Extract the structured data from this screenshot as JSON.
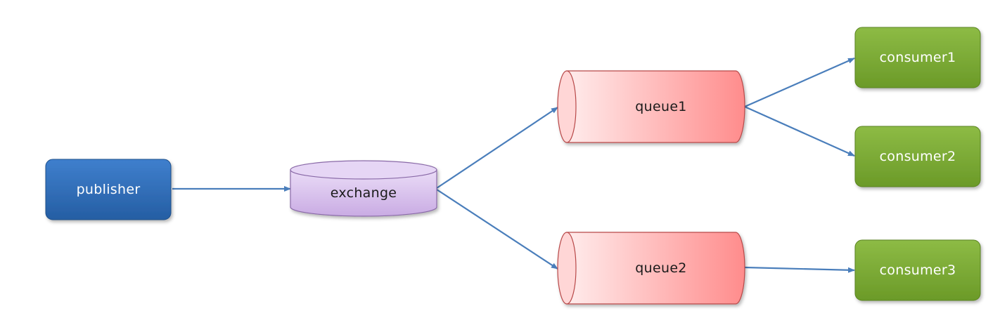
{
  "nodes": {
    "publisher": {
      "label": "publisher",
      "shape": "rounded-box",
      "color": "#2e6cb5"
    },
    "exchange": {
      "label": "exchange",
      "shape": "cylinder",
      "color": "#d7c2ea"
    },
    "queue1": {
      "label": "queue1",
      "shape": "horizontal-cylinder",
      "color": "#ff9a9a"
    },
    "queue2": {
      "label": "queue2",
      "shape": "horizontal-cylinder",
      "color": "#ff9a9a"
    },
    "consumer1": {
      "label": "consumer1",
      "shape": "rounded-box",
      "color": "#77a631"
    },
    "consumer2": {
      "label": "consumer2",
      "shape": "rounded-box",
      "color": "#77a631"
    },
    "consumer3": {
      "label": "consumer3",
      "shape": "rounded-box",
      "color": "#77a631"
    }
  },
  "edges": [
    {
      "from": "publisher",
      "to": "exchange"
    },
    {
      "from": "exchange",
      "to": "queue1"
    },
    {
      "from": "exchange",
      "to": "queue2"
    },
    {
      "from": "queue1",
      "to": "consumer1"
    },
    {
      "from": "queue1",
      "to": "consumer2"
    },
    {
      "from": "queue2",
      "to": "consumer3"
    }
  ],
  "colors": {
    "arrow": "#4a7ebb"
  }
}
